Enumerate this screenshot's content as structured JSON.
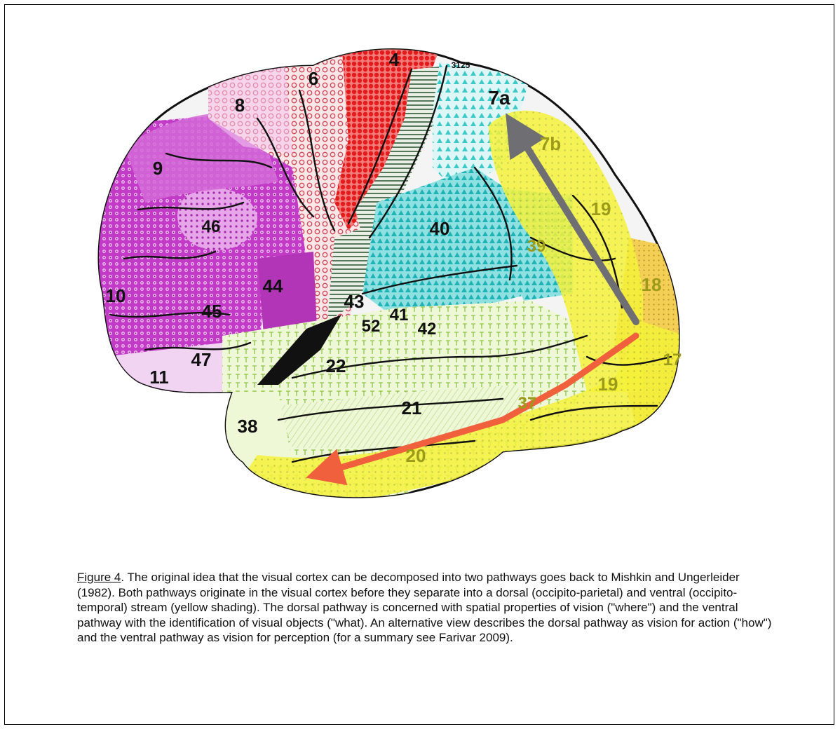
{
  "figure": {
    "region_labels": {
      "a4": "4",
      "a6": "6",
      "a8": "8",
      "a9": "9",
      "a46": "46",
      "a10": "10",
      "a45": "45",
      "a44": "44",
      "a47": "47",
      "a11": "11",
      "a3125": "3125",
      "a7a": "7a",
      "a7b": "7b",
      "a40": "40",
      "a39": "39",
      "a19top": "19",
      "a18": "18",
      "a17": "17",
      "a19low": "19",
      "a43": "43",
      "a52": "52",
      "a41": "41",
      "a42": "42",
      "a22": "22",
      "a21": "21",
      "a38": "38",
      "a37": "37",
      "a20": "20"
    },
    "colors": {
      "frontal_magenta": "#c23bc7",
      "premotor_pink": "#e9a6ad",
      "motor_red": "#e21b1b",
      "central_green": "#2f5a34",
      "parietal_cyan": "#3ec9c9",
      "temporal_lightgreen": "#d5ef9a",
      "stream_yellow": "#f5f23a",
      "occipital_orange": "#f0b43a",
      "dorsal_arrow": "#6f6f73",
      "ventral_arrow": "#f0603c"
    }
  },
  "caption": {
    "figure_label": "Figure 4",
    "text": ". The original idea that the visual cortex can be decomposed into two pathways goes back to Mishkin and Ungerleider (1982). Both pathways originate in the visual cortex before they separate into a dorsal (occipito-parietal) and ventral (occipito-temporal) stream (yellow shading). The dorsal pathway is concerned with spatial properties of vision (\"where\") and the ventral pathway with the identification of visual objects (\"what). An alternative view describes the dorsal pathway as vision for action (\"how\") and the ventral pathway as vision for perception (for a summary see Farivar 2009)."
  }
}
